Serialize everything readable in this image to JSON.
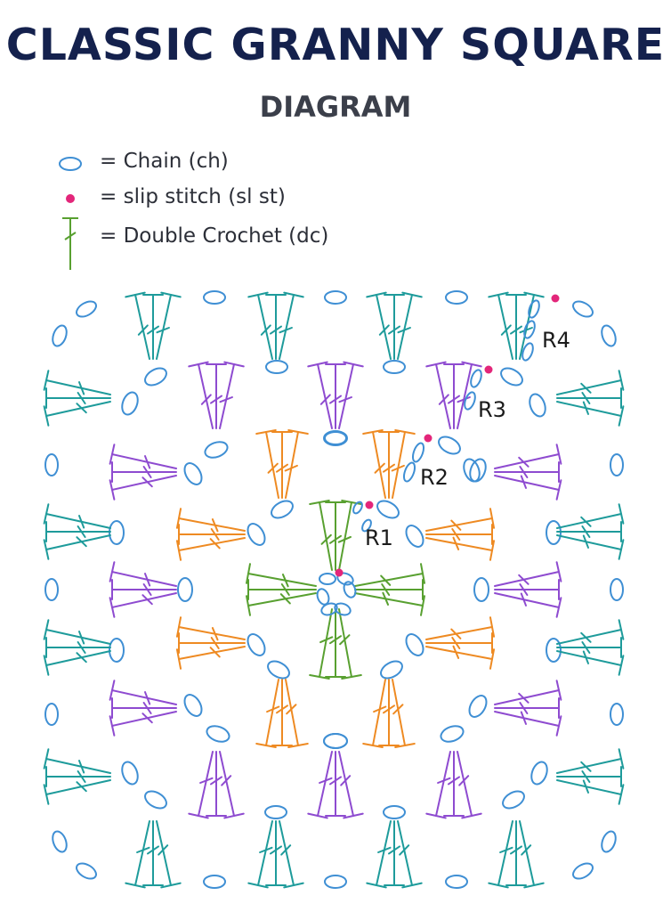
{
  "title": "CLASSIC GRANNY SQUARE",
  "subtitle": "DIAGRAM",
  "legend": [
    {
      "icon": "chain-oval",
      "label": "= Chain (ch)"
    },
    {
      "icon": "slip-dot",
      "label": "= slip stitch (sl st)"
    },
    {
      "icon": "double-crochet",
      "label": "= Double Crochet (dc)"
    }
  ],
  "rounds": [
    {
      "label": "R1",
      "color": "#58a030"
    },
    {
      "label": "R2",
      "color": "#ee8a22"
    },
    {
      "label": "R3",
      "color": "#8e4bd0"
    },
    {
      "label": "R4",
      "color": "#1e9b9b"
    }
  ],
  "colors": {
    "chain": "#3f8fd4",
    "slip": "#e3267a",
    "title": "#14214d"
  }
}
